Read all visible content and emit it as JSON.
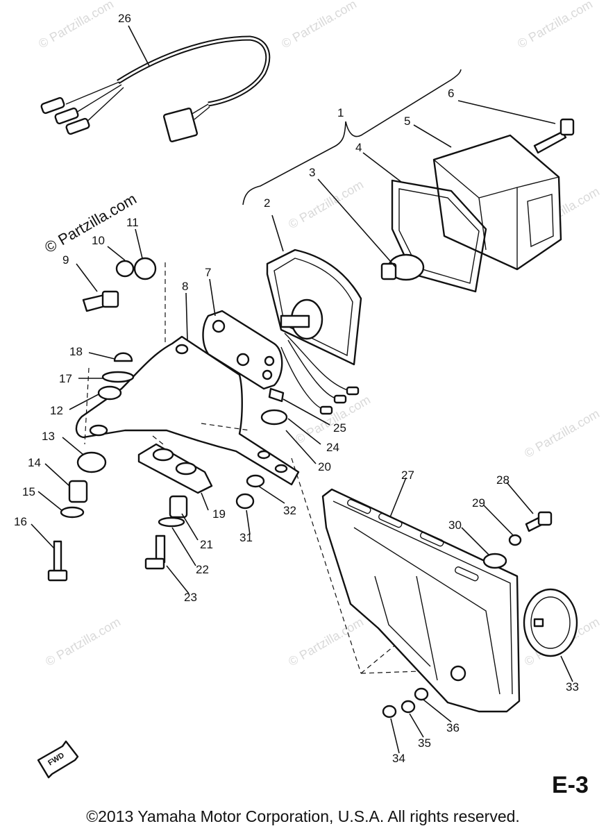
{
  "watermark": "© Partzilla.com",
  "sheet_label": "E-3",
  "copyright": "©2013 Yamaha Motor Corporation, U.S.A. All rights reserved.",
  "fwd_label": "FWD",
  "callouts": {
    "c1": "1",
    "c2": "2",
    "c3": "3",
    "c4": "4",
    "c5": "5",
    "c6": "6",
    "c7": "7",
    "c8": "8",
    "c9": "9",
    "c10": "10",
    "c11": "11",
    "c12": "12",
    "c13": "13",
    "c14": "14",
    "c15": "15",
    "c16": "16",
    "c17": "17",
    "c18": "18",
    "c19": "19",
    "c20": "20",
    "c21": "21",
    "c22": "22",
    "c23": "23",
    "c24": "24",
    "c25": "25",
    "c26": "26",
    "c27": "27",
    "c28": "28",
    "c29": "29",
    "c30": "30",
    "c31": "31",
    "c32": "32",
    "c33": "33",
    "c34": "34",
    "c35": "35",
    "c36": "36"
  }
}
